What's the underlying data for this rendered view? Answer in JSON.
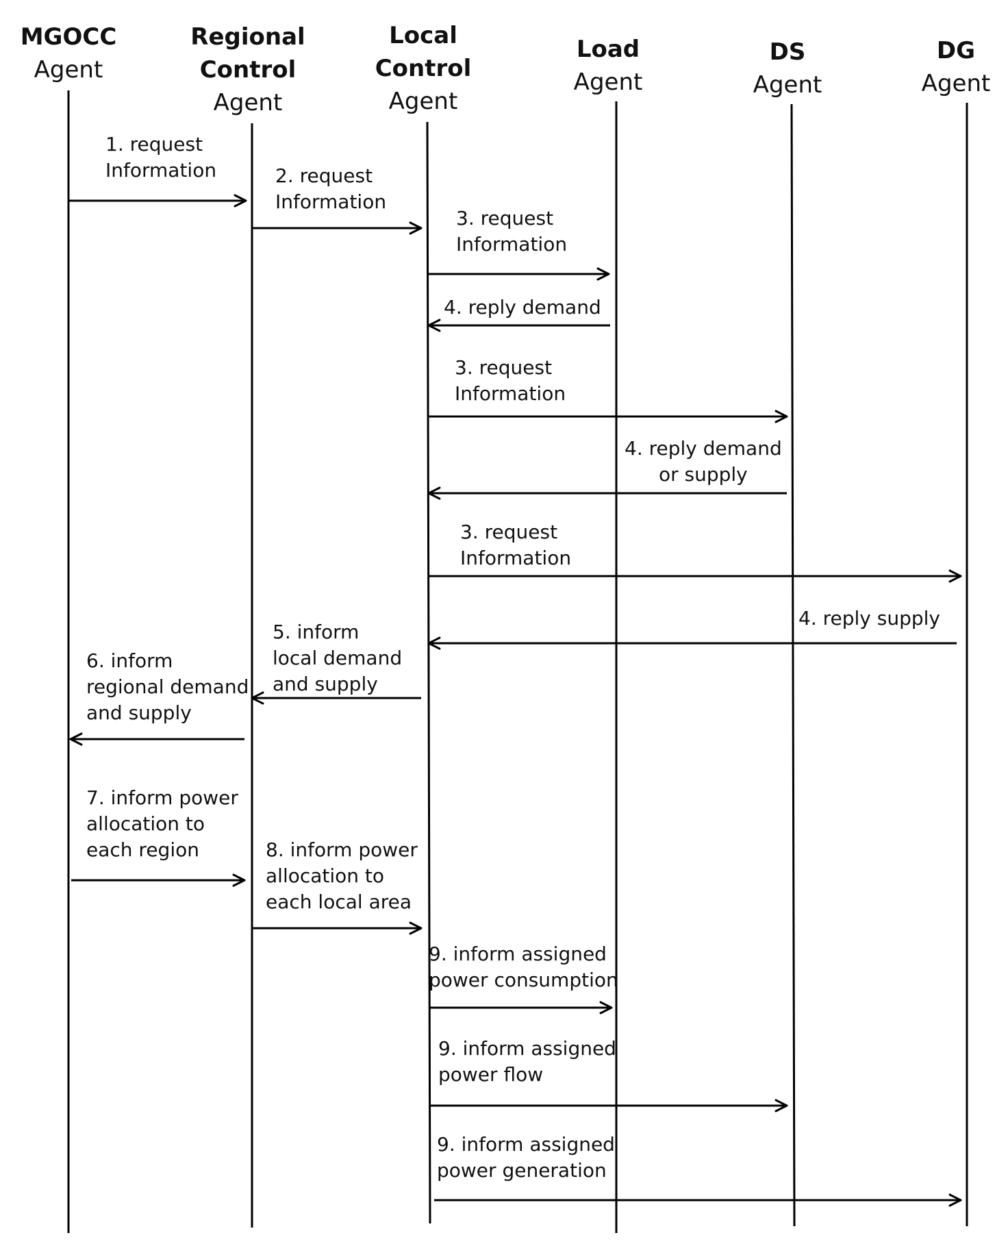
{
  "agents": [
    {
      "id": "mgocc",
      "name_lines": [
        "MGOCC"
      ],
      "sub": "Agent"
    },
    {
      "id": "regional",
      "name_lines": [
        "Regional",
        "Control"
      ],
      "sub": "Agent"
    },
    {
      "id": "local",
      "name_lines": [
        "Local",
        "Control"
      ],
      "sub": "Agent"
    },
    {
      "id": "load",
      "name_lines": [
        "Load"
      ],
      "sub": "Agent"
    },
    {
      "id": "ds",
      "name_lines": [
        "DS"
      ],
      "sub": "Agent"
    },
    {
      "id": "dg",
      "name_lines": [
        "DG"
      ],
      "sub": "Agent"
    }
  ],
  "messages": [
    {
      "id": "m1",
      "from": "mgocc",
      "to": "regional",
      "label": "1. request\nInformation"
    },
    {
      "id": "m2",
      "from": "regional",
      "to": "local",
      "label": "2. request\nInformation"
    },
    {
      "id": "m3a",
      "from": "local",
      "to": "load",
      "label": "3. request\nInformation"
    },
    {
      "id": "m4a",
      "from": "load",
      "to": "local",
      "label": "4. reply demand"
    },
    {
      "id": "m3b",
      "from": "local",
      "to": "ds",
      "label": "3. request\nInformation"
    },
    {
      "id": "m4b",
      "from": "ds",
      "to": "local",
      "label": "4. reply demand\nor supply"
    },
    {
      "id": "m3c",
      "from": "local",
      "to": "dg",
      "label": "3. request\nInformation"
    },
    {
      "id": "m4c",
      "from": "dg",
      "to": "local",
      "label": "4. reply supply"
    },
    {
      "id": "m5",
      "from": "local",
      "to": "regional",
      "label": "5. inform\nlocal demand\nand supply"
    },
    {
      "id": "m6",
      "from": "regional",
      "to": "mgocc",
      "label": "6. inform\nregional demand\nand supply"
    },
    {
      "id": "m7",
      "from": "mgocc",
      "to": "regional",
      "label": "7. inform power\nallocation to\neach region"
    },
    {
      "id": "m8",
      "from": "regional",
      "to": "local",
      "label": "8. inform power\nallocation to\neach local area"
    },
    {
      "id": "m9a",
      "from": "local",
      "to": "load",
      "label": "9. inform assigned\npower consumption"
    },
    {
      "id": "m9b",
      "from": "local",
      "to": "ds",
      "label": "9. inform assigned\npower flow"
    },
    {
      "id": "m9c",
      "from": "local",
      "to": "dg",
      "label": "9. inform assigned\npower generation"
    }
  ]
}
